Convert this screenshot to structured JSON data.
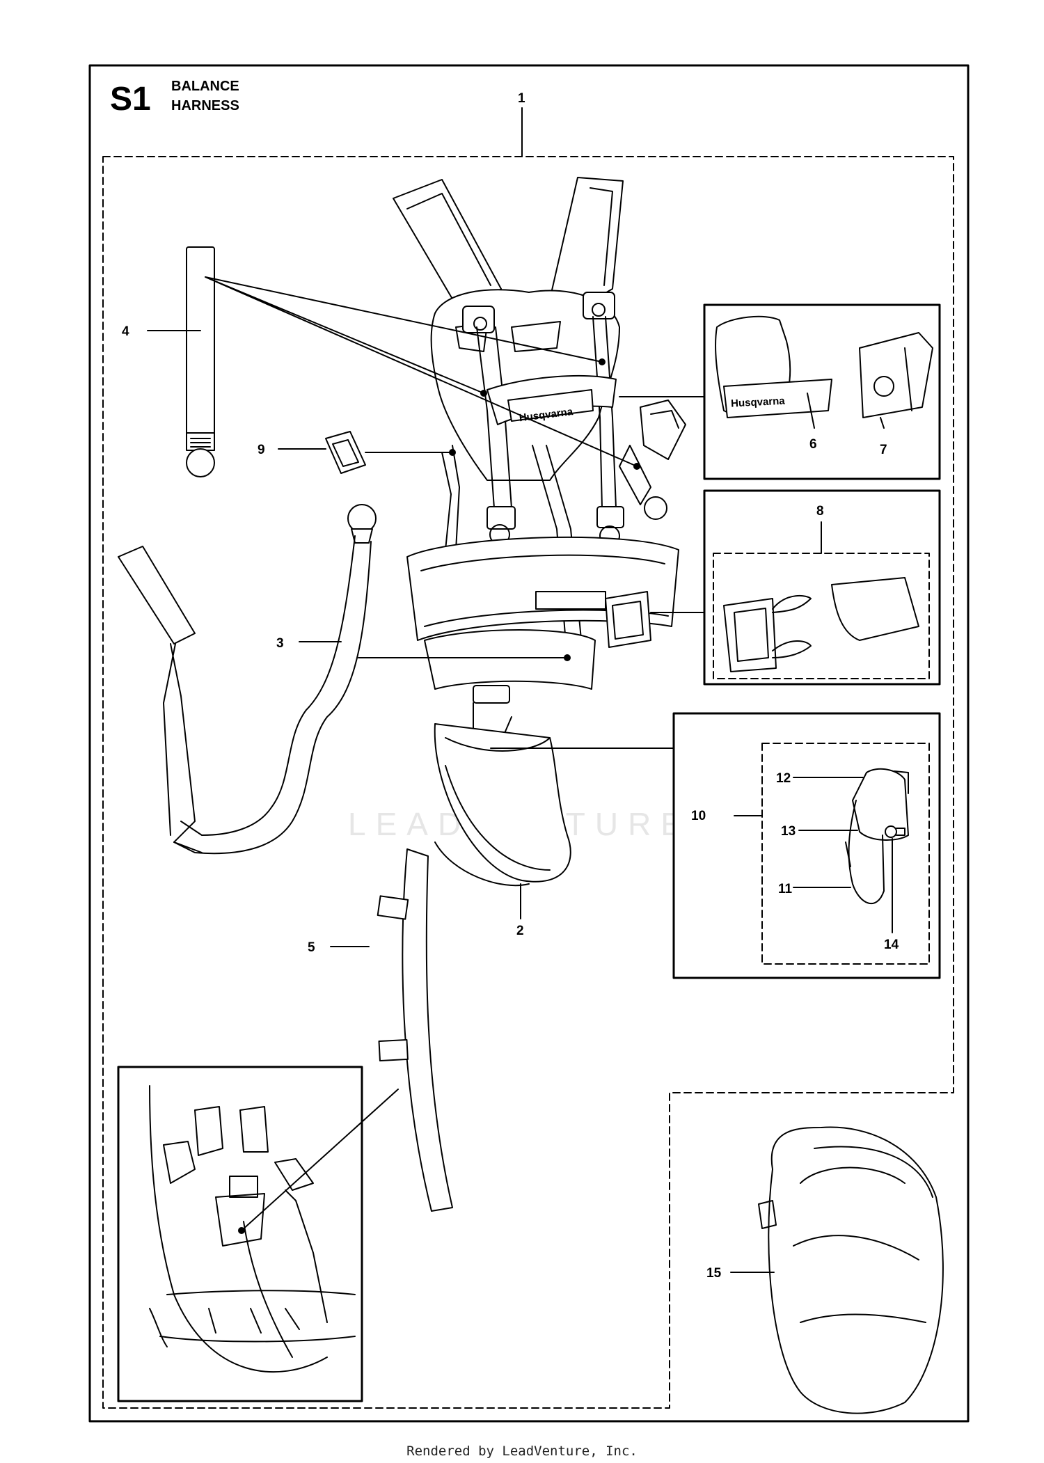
{
  "header": {
    "code": "S1",
    "line1": "BALANCE",
    "line2": "HARNESS"
  },
  "brand_text": "Husqvarna",
  "watermark": "LEADVENTURE",
  "callouts": [
    "1",
    "2",
    "3",
    "4",
    "5",
    "6",
    "7",
    "8",
    "9",
    "10",
    "11",
    "12",
    "13",
    "14",
    "15"
  ],
  "footer": "Rendered by LeadVenture, Inc."
}
